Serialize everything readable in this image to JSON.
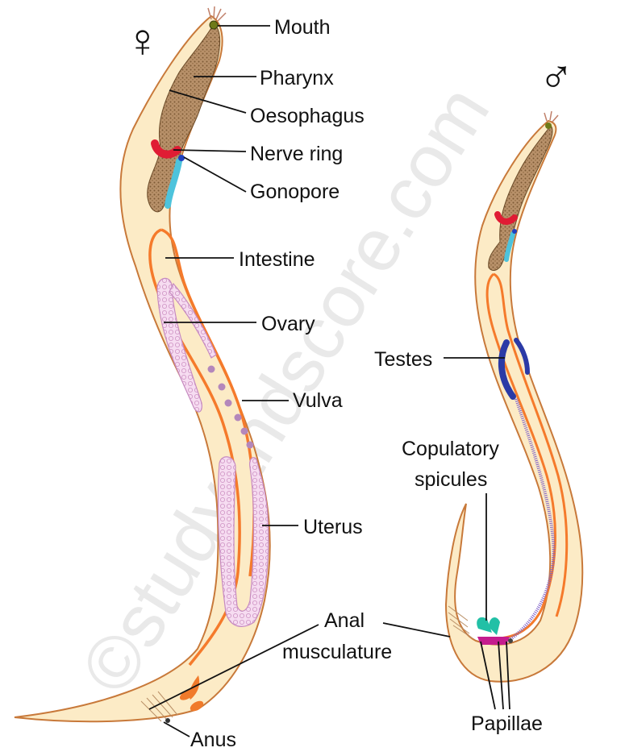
{
  "watermark": "©studyandscore.com",
  "female": {
    "symbol": "♀",
    "labels": {
      "mouth": "Mouth",
      "pharynx": "Pharynx",
      "oesophagus": "Oesophagus",
      "nerve_ring": "Nerve ring",
      "gonopore": "Gonopore",
      "intestine": "Intestine",
      "ovary": "Ovary",
      "vulva": "Vulva",
      "uterus": "Uterus",
      "anal_musculature_line1": "Anal",
      "anal_musculature_line2": "musculature",
      "anus": "Anus"
    }
  },
  "male": {
    "symbol": "♂",
    "labels": {
      "testes": "Testes",
      "copulatory_spicules_line1": "Copulatory",
      "copulatory_spicules_line2": "spicules",
      "papillae": "Papillae"
    }
  },
  "colors": {
    "body_fill": "#fcebc6",
    "body_outline": "#c8793a",
    "pharynx": "#a07d52",
    "nerve_ring": "#e01c34",
    "gonopore": "#4dc3dc",
    "intestine": "#f57a2b",
    "ovary": "#e6b0dc",
    "vulva": "#b487bb",
    "testes": "#2b3aa6",
    "spicules": "#22c0a6",
    "papillae": "#c51c8e"
  }
}
